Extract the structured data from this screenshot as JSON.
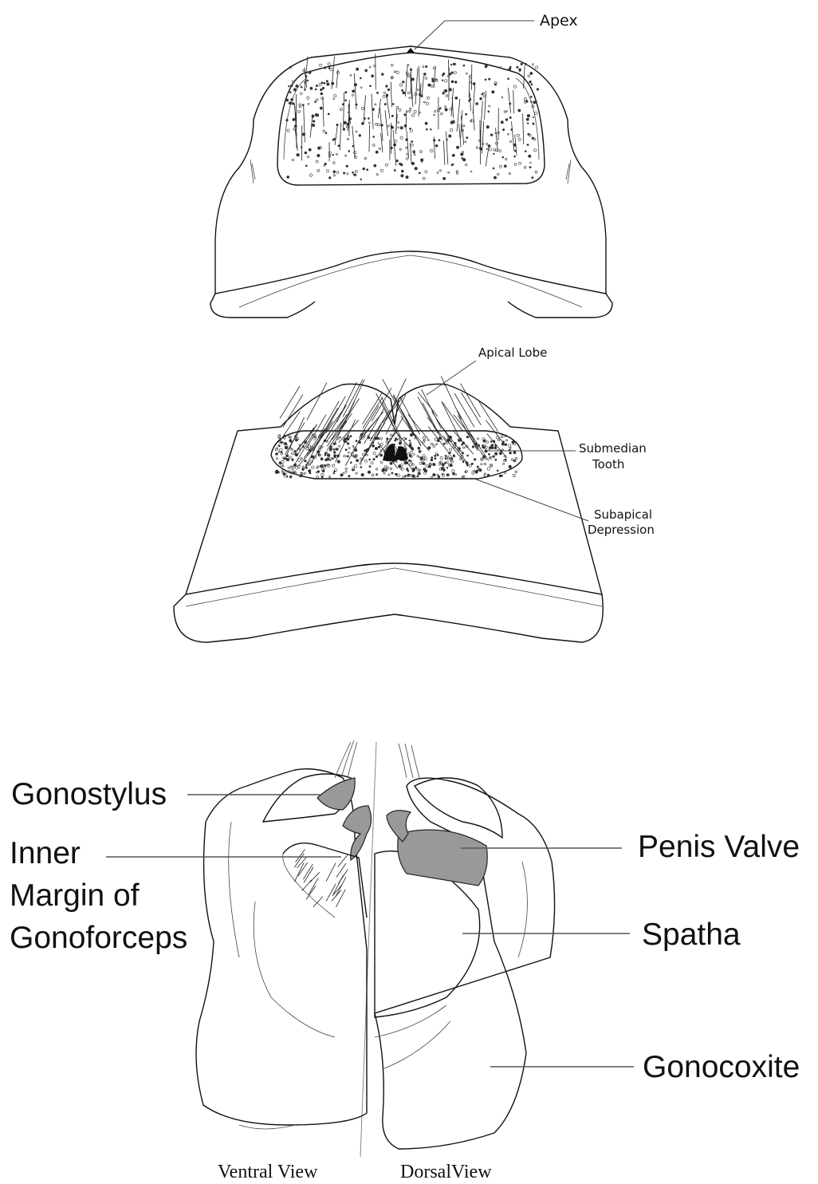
{
  "figure": {
    "top_panel": {
      "labels": {
        "apex": "Apex"
      }
    },
    "middle_panel": {
      "labels": {
        "apical_lobe": "Apical Lobe",
        "submedian_tooth_line1": "Submedian",
        "submedian_tooth_line2": "Tooth",
        "subapical_depression_line1": "Subapical",
        "subapical_depression_line2": "Depression"
      }
    },
    "bottom_panel": {
      "labels": {
        "gonostylus": "Gonostylus",
        "inner_margin_line1": "Inner",
        "inner_margin_line2": "Margin of",
        "inner_margin_line3": "Gonoforceps",
        "penis_valve": "Penis Valve",
        "spatha": "Spatha",
        "gonocoxite": "Gonocoxite"
      },
      "captions": {
        "ventral": "Ventral View",
        "dorsal": "DorsalView"
      }
    },
    "colors": {
      "line": "#111111",
      "shade": "#999999",
      "background": "#ffffff"
    }
  }
}
